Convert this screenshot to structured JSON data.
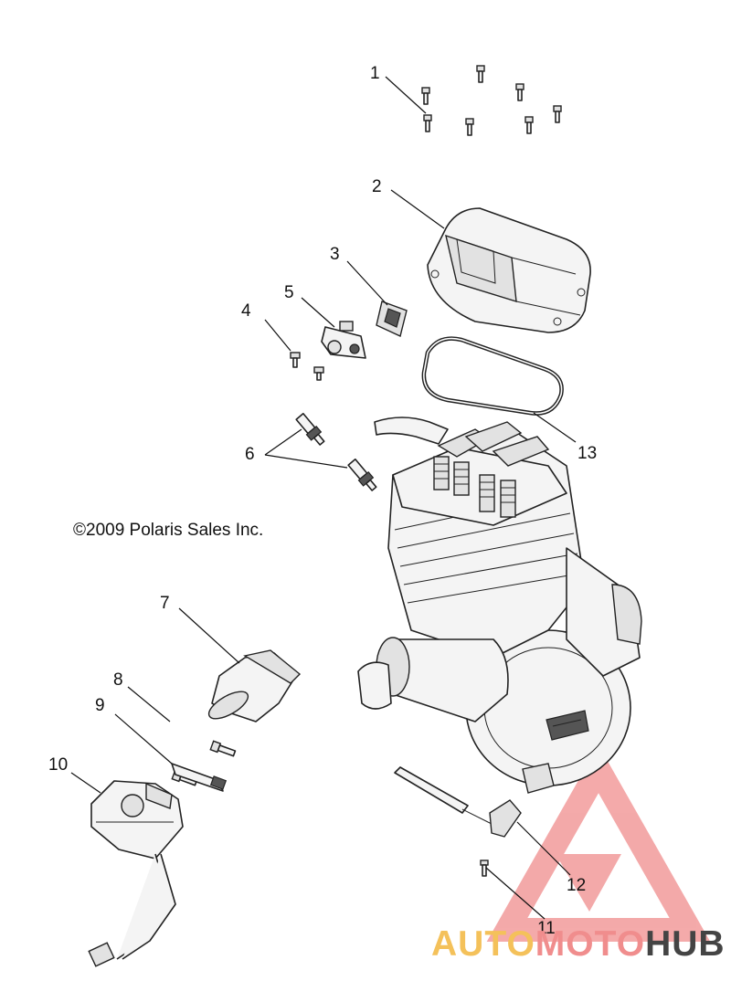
{
  "copyright": "©2009 Polaris Sales Inc.",
  "callouts": [
    "1",
    "2",
    "3",
    "4",
    "5",
    "6",
    "7",
    "8",
    "9",
    "10",
    "11",
    "12",
    "13"
  ],
  "watermark": {
    "part1": "AUTO",
    "part2": "MOTO",
    "part3": "HUB"
  },
  "colors": {
    "watermark_triangle": "#f08d8d",
    "watermark_auto": "#f4c15a",
    "watermark_hub": "#444444",
    "line": "#222222"
  }
}
